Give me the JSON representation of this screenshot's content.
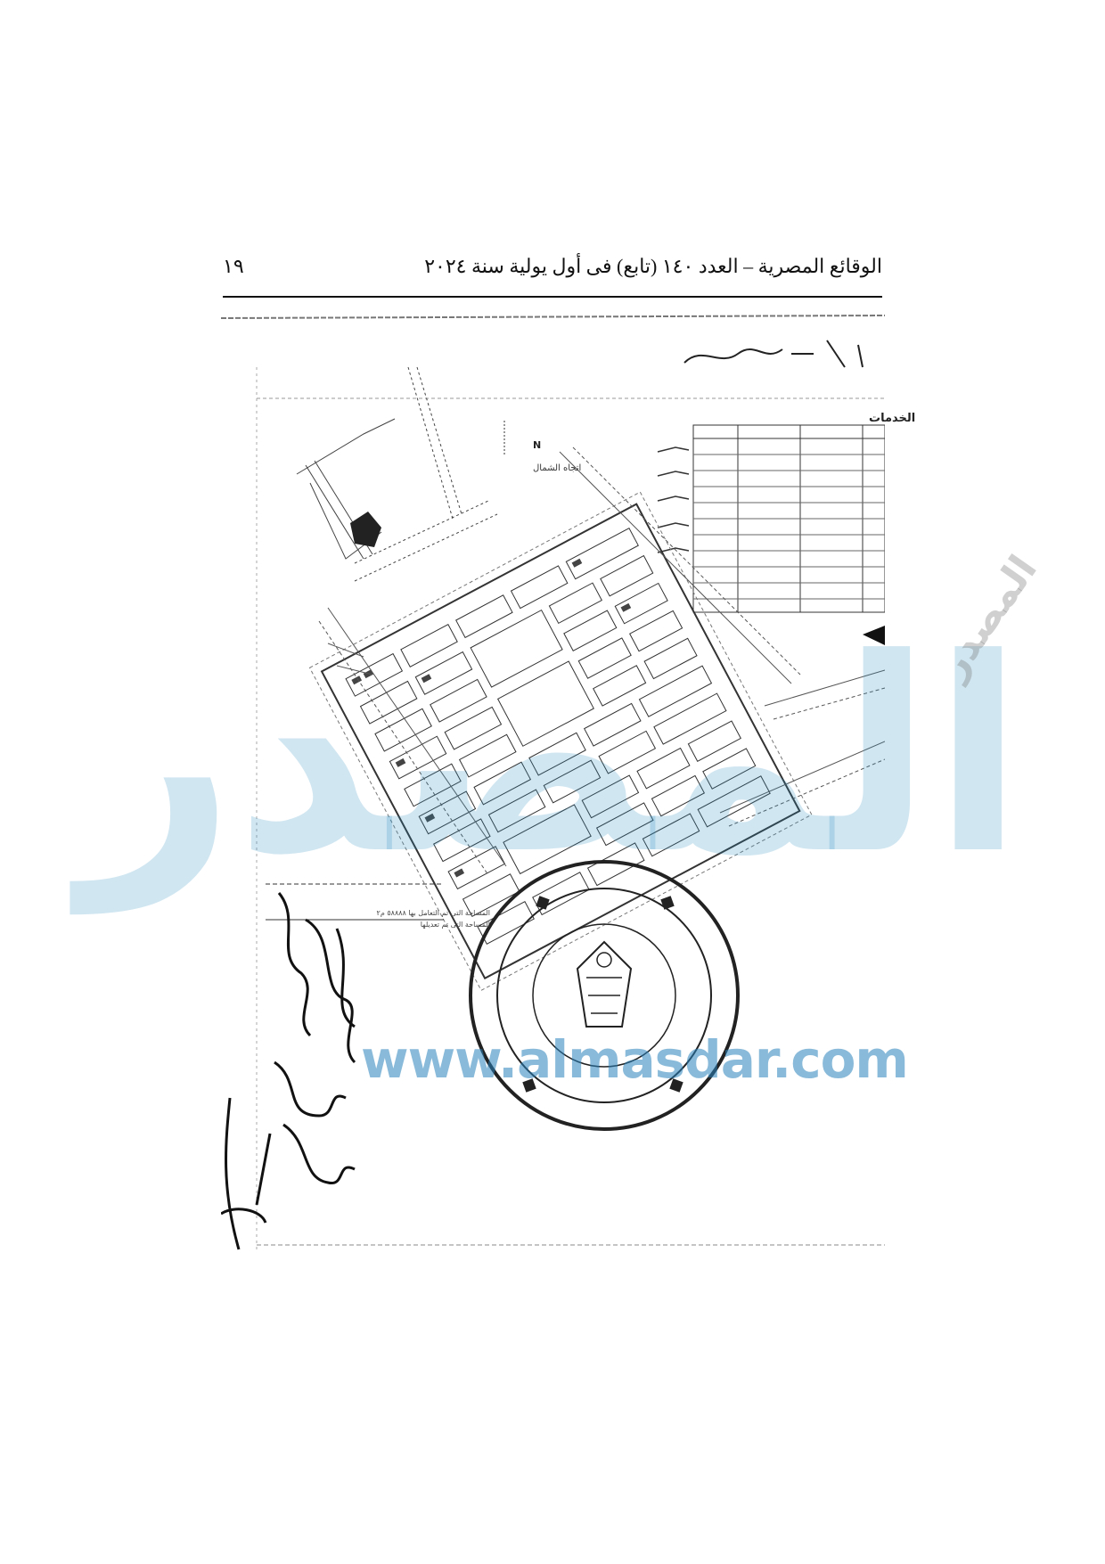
{
  "header": {
    "title": "الوقائع المصرية – العدد ١٤٠ (تابع) فى أول يولية سنة ٢٠٢٤",
    "page_number": "١٩"
  },
  "plan": {
    "heading": "الخدمات",
    "north_label": "N",
    "north_caption": "اتجاه الشمال",
    "legend_lines": [
      "المساحة التى تم التعامل بها ٥٨٨٨٨ م٢",
      "المساحة التى تم تعديلها"
    ]
  },
  "watermark": {
    "letters": "المصدر",
    "url": "www.almasdar.com",
    "diagonal": "المصدر"
  },
  "colors": {
    "watermark_blue": "#288cbe",
    "ink": "#111111"
  }
}
